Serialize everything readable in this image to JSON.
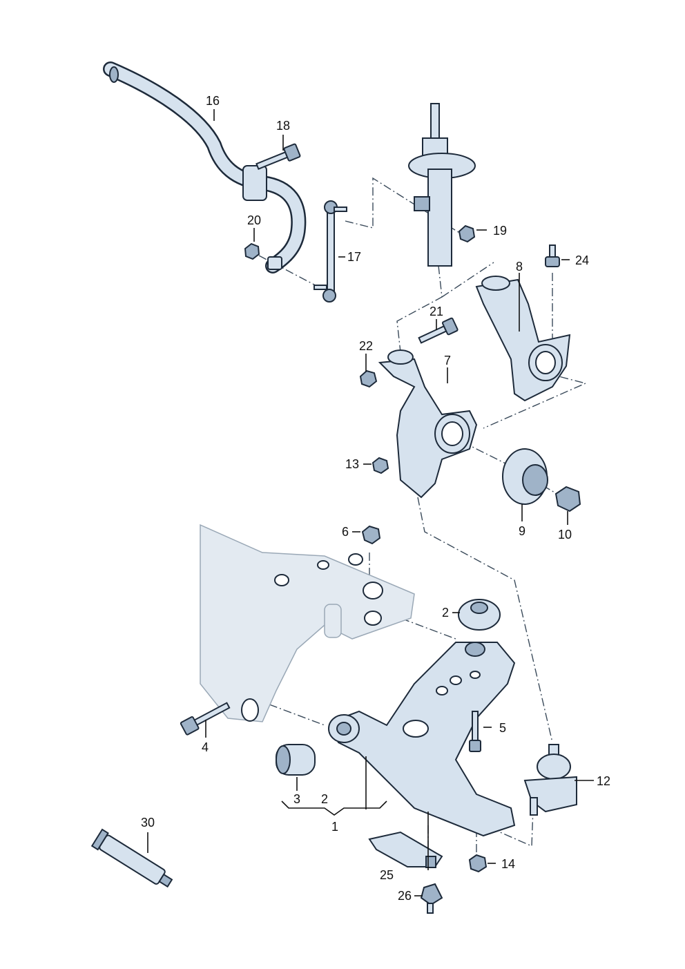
{
  "labels": {
    "l1": "1",
    "l2a": "2",
    "l2b": "2",
    "l3": "3",
    "l4": "4",
    "l5": "5",
    "l6": "6",
    "l7": "7",
    "l8": "8",
    "l9": "9",
    "l10": "10",
    "l12": "12",
    "l13": "13",
    "l14": "14",
    "l16": "16",
    "l17": "17",
    "l18": "18",
    "l19": "19",
    "l20": "20",
    "l21": "21",
    "l22": "22",
    "l24": "24",
    "l25": "25",
    "l26": "26",
    "l30": "30"
  },
  "colors": {
    "part_fill": "#d6e2ee",
    "outline": "#1d2a3a",
    "frame_fill": "#e3eaf1"
  }
}
